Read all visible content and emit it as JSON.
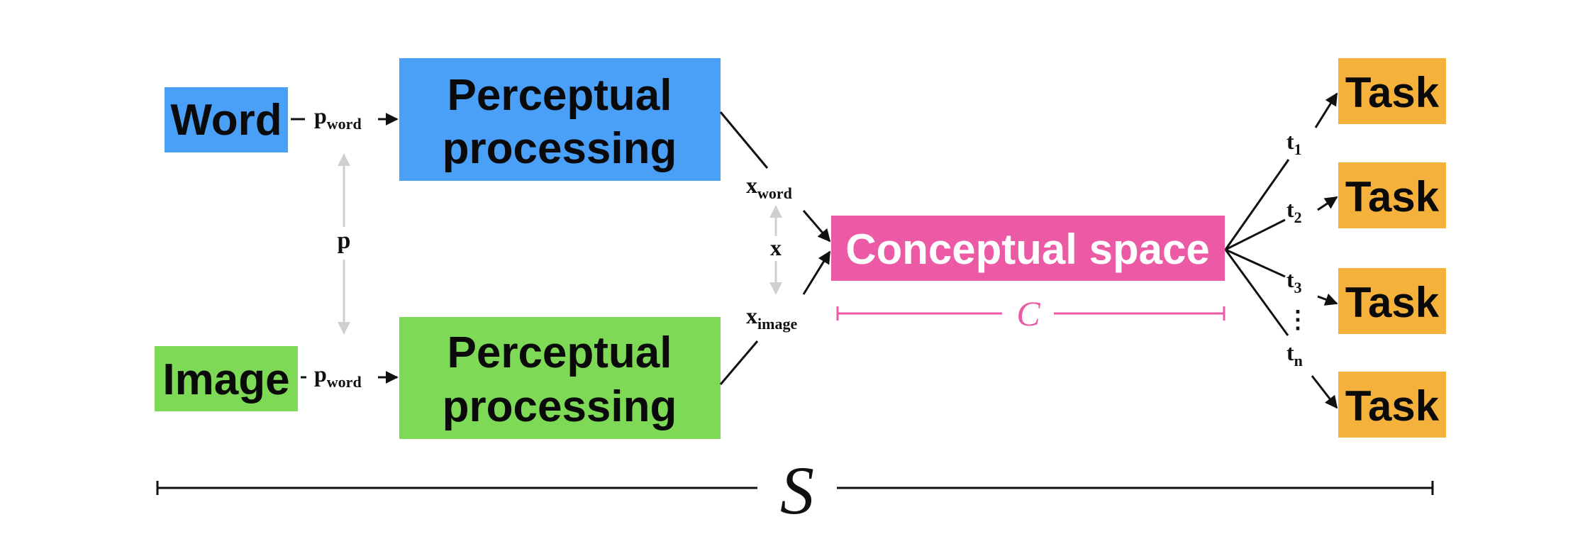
{
  "colors": {
    "word_box": "#4a9ff6",
    "image_box": "#7ed957",
    "conceptual_box": "#ec5aa5",
    "task_box": "#f4b13c",
    "c_span": "#ec5aa5",
    "gray_arrow": "#cfcfcf",
    "line": "#111111"
  },
  "inputs": {
    "word": "Word",
    "image": "Image"
  },
  "edges": {
    "p_word_top": {
      "main": "p",
      "sub": "word"
    },
    "p_word_bottom": {
      "main": "p",
      "sub": "word"
    },
    "p": "p",
    "x_word": {
      "main": "x",
      "sub": "word"
    },
    "x": "x",
    "x_image": {
      "main": "x",
      "sub": "image"
    }
  },
  "perceptual": {
    "top_line1": "Perceptual",
    "top_line2": "processing",
    "bottom_line1": "Perceptual",
    "bottom_line2": "processing"
  },
  "conceptual": {
    "label": "Conceptual space",
    "span_label": "C"
  },
  "tasks": [
    {
      "label": "Task",
      "edge_main": "t",
      "edge_sub": "1"
    },
    {
      "label": "Task",
      "edge_main": "t",
      "edge_sub": "2"
    },
    {
      "label": "Task",
      "edge_main": "t",
      "edge_sub": "3"
    },
    {
      "label": "Task",
      "edge_main": "t",
      "edge_sub": "n"
    }
  ],
  "ellipsis": "⋮",
  "system_span_label": "S"
}
